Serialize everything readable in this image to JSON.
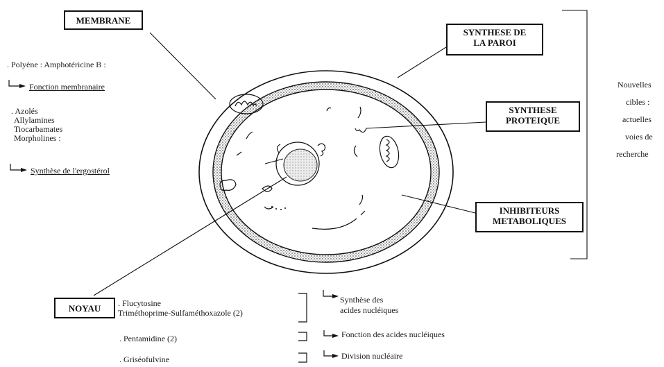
{
  "colors": {
    "ink": "#111111",
    "wall_fill": "#9a9a9a",
    "nucleus_fill": "#c8c8c8",
    "background": "#ffffff"
  },
  "icons": {
    "arrow": "hook-arrow-icon"
  },
  "boxes": {
    "membrane": "MEMBRANE",
    "paroi": [
      "SYNTHESE DE",
      "LA PAROI"
    ],
    "proteique": [
      "SYNTHESE",
      "PROTEIQUE"
    ],
    "inhibiteurs": [
      "INHIBITEURS",
      "METABOLIQUES"
    ],
    "noyau": "NOYAU"
  },
  "left": {
    "polyene": ". Polyène : Amphotéricine B :",
    "fonction_membranaire": "Fonction membranaire",
    "drugs": [
      ". Azolés",
      "Allylamines",
      "Tiocarbamates",
      "Morpholines :"
    ],
    "synthese_ergosterol": "Synthèse de l'ergostérol"
  },
  "right_label": [
    "Nouvelles",
    "cibles :",
    "actuelles",
    "voies de",
    "recherche"
  ],
  "bottom": {
    "flucytosine": ". Flucytosine",
    "trimethoprime": "Triméthoprime-Sulfaméthoxazole (2)",
    "synthese_acides": [
      "Synthèse des",
      "acides nucléiques"
    ],
    "pentamidine": ". Pentamidine (2)",
    "fonction_acides": "Fonction des acides nucléiques",
    "griseofulvine": ". Griséofulvine",
    "division": "Division nucléaire"
  }
}
